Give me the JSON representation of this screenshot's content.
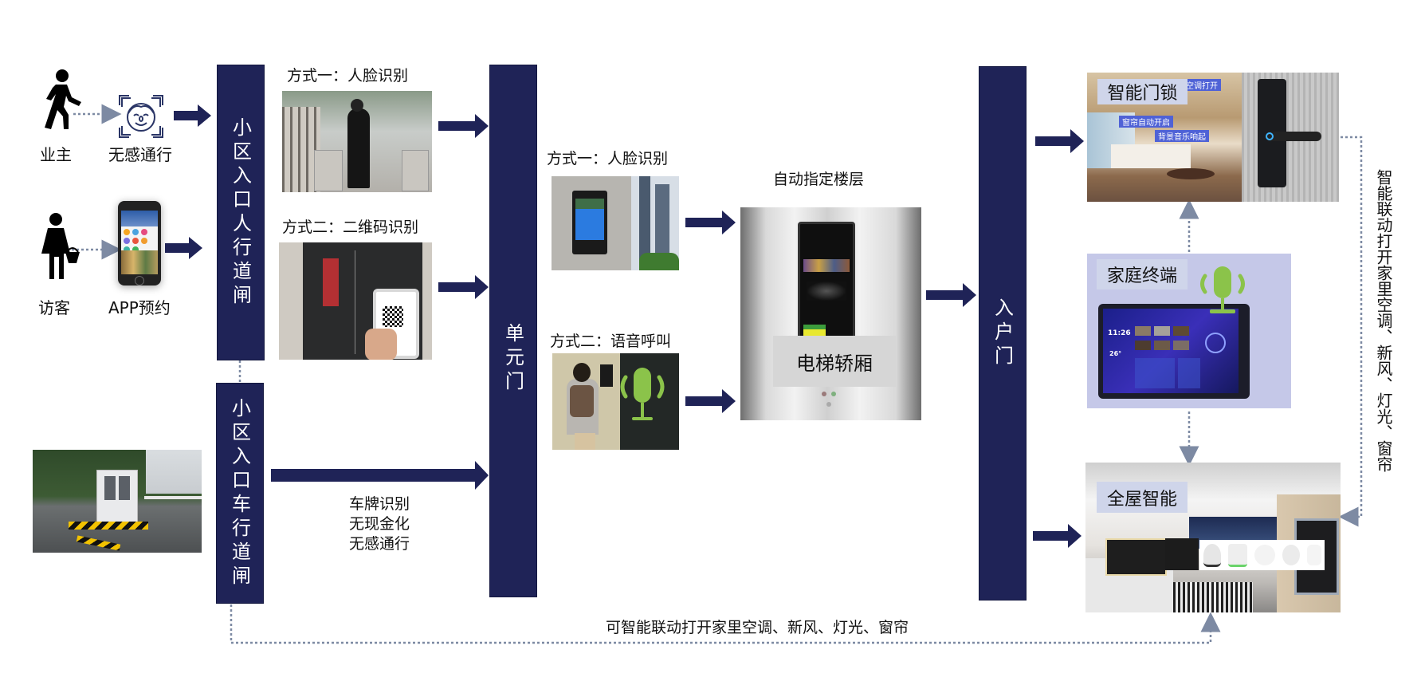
{
  "colors": {
    "bar": "#1f2357",
    "dotted": "#7d8aa3",
    "terminal_bg": "#c5c8e8",
    "tag_bg": "#cfd5ea",
    "voice_green": "#8bc34a"
  },
  "actors": {
    "owner": {
      "label": "业主",
      "icon": "walking-person-icon"
    },
    "owner_method": {
      "label": "无感通行",
      "icon": "face-scan-icon"
    },
    "visitor": {
      "label": "访客",
      "icon": "person-with-basket-icon"
    },
    "visitor_method": {
      "label": "APP预约",
      "icon": "smartphone-app-icon"
    }
  },
  "gates": {
    "pedestrian": "小区入口人行道闸",
    "vehicle": "小区入口车行道闸",
    "unit_door": "单元门",
    "entry_door": "入户门"
  },
  "pedestrian_methods": [
    {
      "label": "方式一：人脸识别",
      "image": "face-recognition-turnstile-photo"
    },
    {
      "label": "方式二：二维码识别",
      "image": "qr-code-door-photo"
    }
  ],
  "vehicle_features": [
    "车牌识别",
    "无现金化",
    "无感通行"
  ],
  "unit_methods": [
    {
      "label": "方式一：人脸识别",
      "image": "intercom-panel-photo"
    },
    {
      "label": "方式二：语音呼叫",
      "image": "voice-call-photo"
    }
  ],
  "elevator": {
    "caption": "自动指定楼层",
    "tag": "电梯轿厢"
  },
  "home": {
    "smart_lock": "智能门锁",
    "terminal": "家庭终端",
    "whole_house": "全屋智能",
    "lock_overlay": [
      "空调打开",
      "窗帘自动开启",
      "背景音乐响起"
    ],
    "terminal_screen": {
      "time": "11:26",
      "temp": "26°"
    }
  },
  "linkage_side": "智能联动打开家里空调、新风、灯光、窗帘",
  "linkage_bottom": "可智能联动打开家里空调、新风、灯光、窗帘"
}
